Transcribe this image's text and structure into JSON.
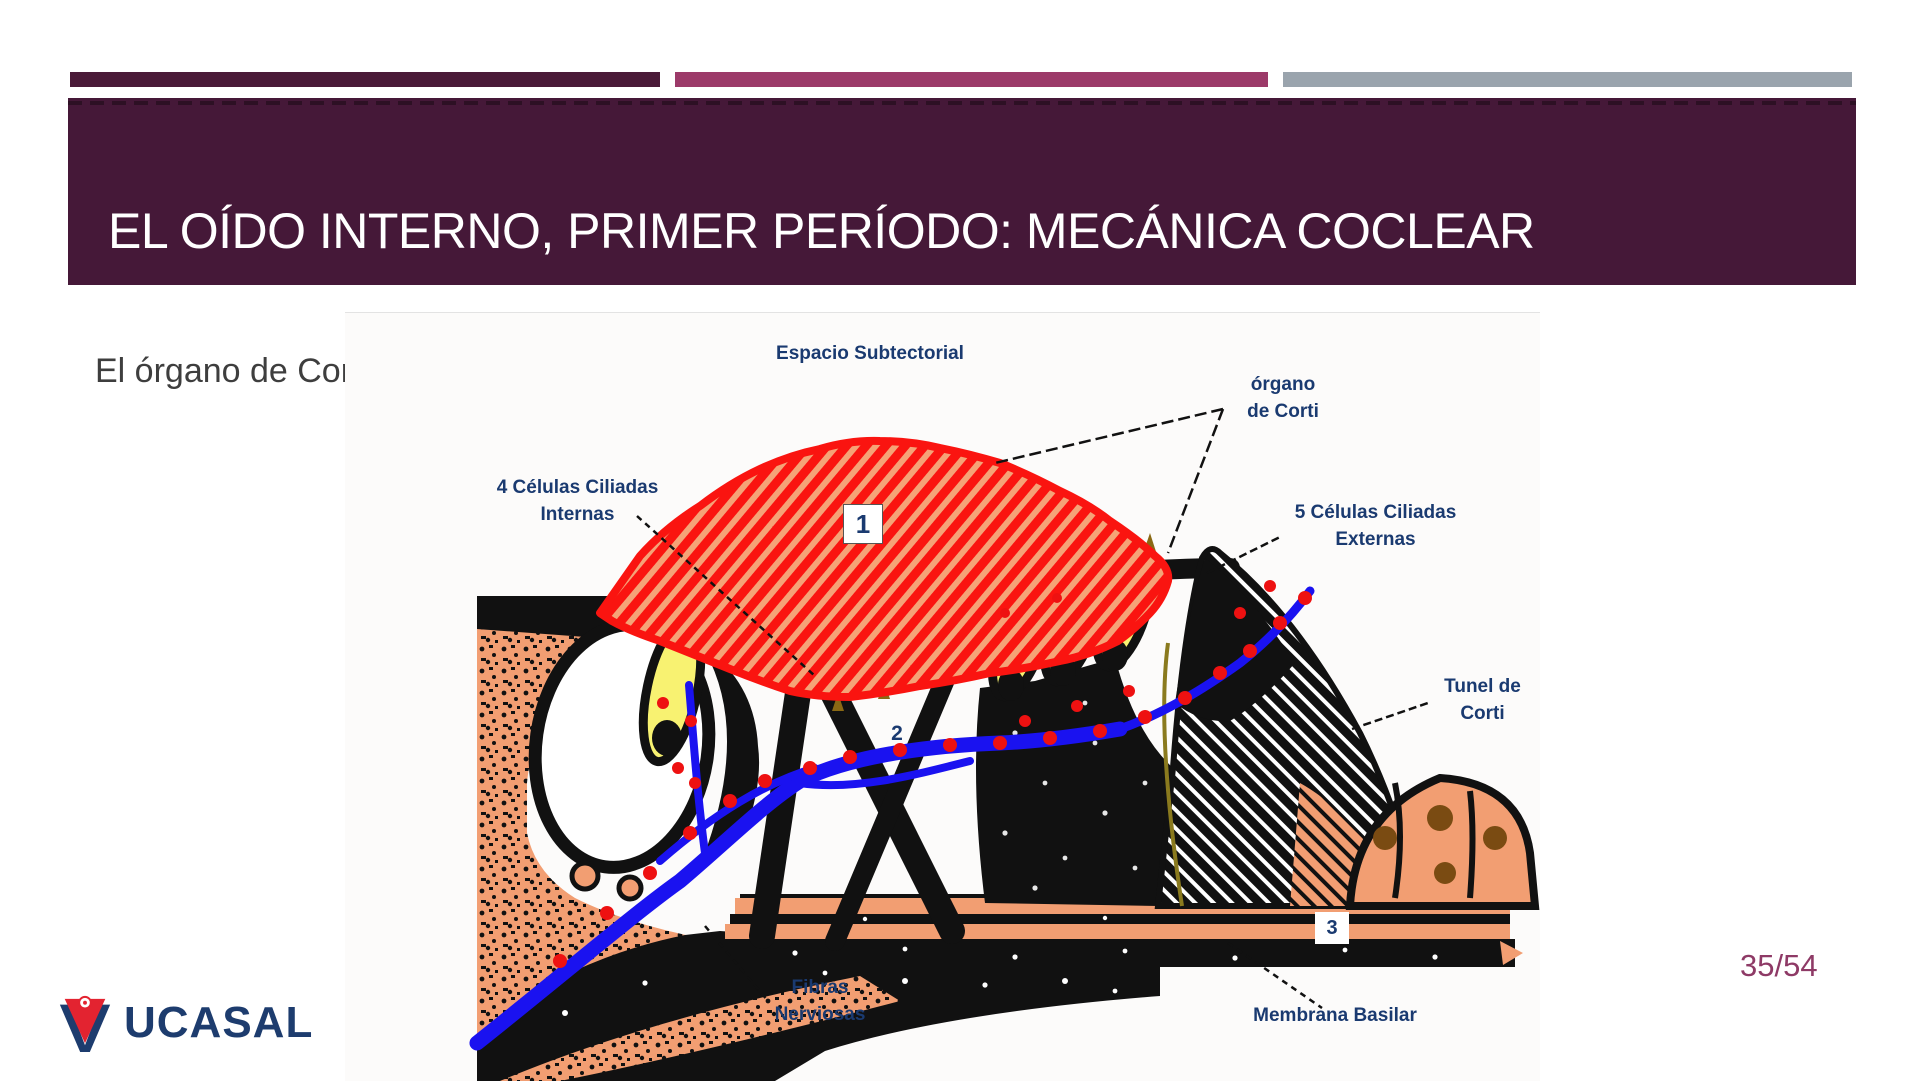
{
  "slide": {
    "title": "EL OÍDO INTERNO, PRIMER PERÍODO: MECÁNICA COCLEAR",
    "body_heading": "El órgano de Corti:",
    "page_number": "35/54",
    "logo_text": "UCASAL"
  },
  "diagram": {
    "labels": {
      "espacio_subtectorial": "Espacio Subtectorial",
      "organo_de_corti": {
        "line1": "órgano",
        "line2": "de Corti"
      },
      "celulas_internas": {
        "line1": "4 Células Ciliadas",
        "line2": "Internas"
      },
      "celulas_externas": {
        "line1": "5 Células Ciliadas",
        "line2": "Externas"
      },
      "tunel_de_corti": {
        "line1": "Tunel de",
        "line2": "Corti"
      },
      "fibras_nerviosas": {
        "line1": "Fibras",
        "line2": "Nerviosas"
      },
      "membrana_basilar": "Membrana Basilar",
      "markers": {
        "m1": "1",
        "m2": "2",
        "m3": "3"
      }
    }
  },
  "colors": {
    "title_block_bg": "#451838",
    "accent_bar_dark": "#4a1a38",
    "accent_bar_magenta": "#9c3a69",
    "accent_bar_gray": "#9aa4ad",
    "label_navy": "#1a3a70",
    "page_number_plum": "#8e3a66",
    "logo_navy": "#1d3c6e",
    "logo_red": "#e32330",
    "membrane_red": "#fa1410",
    "bone_salmon": "#f29e72",
    "hair_cell_yellow": "#f8f271",
    "nerve_blue": "#1a12f0",
    "synapse_red": "#ee1111"
  }
}
